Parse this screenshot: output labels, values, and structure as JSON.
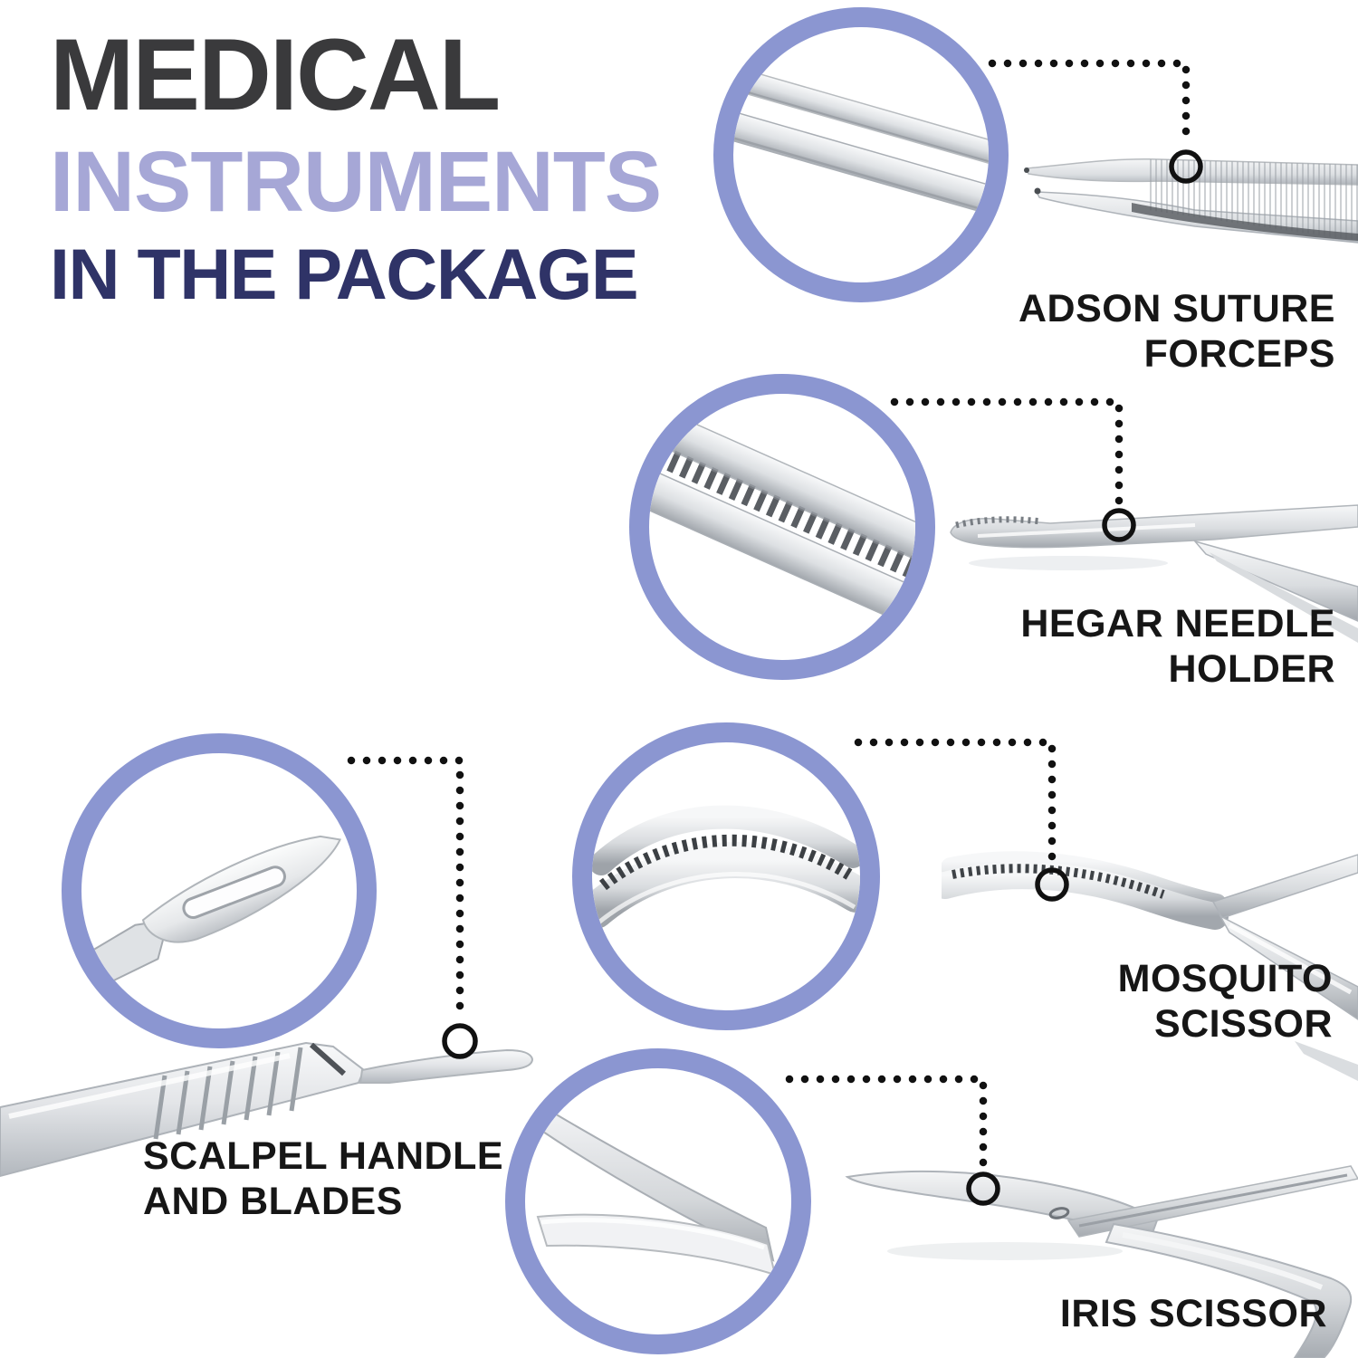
{
  "title": {
    "line1": "MEDICAL",
    "line2": "INSTRUMENTS",
    "line3": "IN THE PACKAGE"
  },
  "colors": {
    "title_primary": "#3a3a3c",
    "title_secondary": "#a6a7d6",
    "title_tertiary": "#2f3367",
    "callout_ring": "#8b96d1",
    "connector_dots": "#111111",
    "label_text": "#161616",
    "background": "#ffffff",
    "steel_light": "#f4f5f6",
    "steel_dark": "#9ba0a7"
  },
  "instruments": [
    {
      "id": "adson-suture-forceps",
      "label_line1": "ADSON SUTURE",
      "label_line2": "FORCEPS"
    },
    {
      "id": "hegar-needle-holder",
      "label_line1": "HEGAR NEEDLE",
      "label_line2": "HOLDER"
    },
    {
      "id": "mosquito-scissor",
      "label_line1": "MOSQUITO",
      "label_line2": "SCISSOR"
    },
    {
      "id": "scalpel-handle-and-blades",
      "label_line1": "SCALPEL HANDLE",
      "label_line2": "AND BLADES"
    },
    {
      "id": "iris-scissor",
      "label_line1": "IRIS SCISSOR"
    }
  ]
}
